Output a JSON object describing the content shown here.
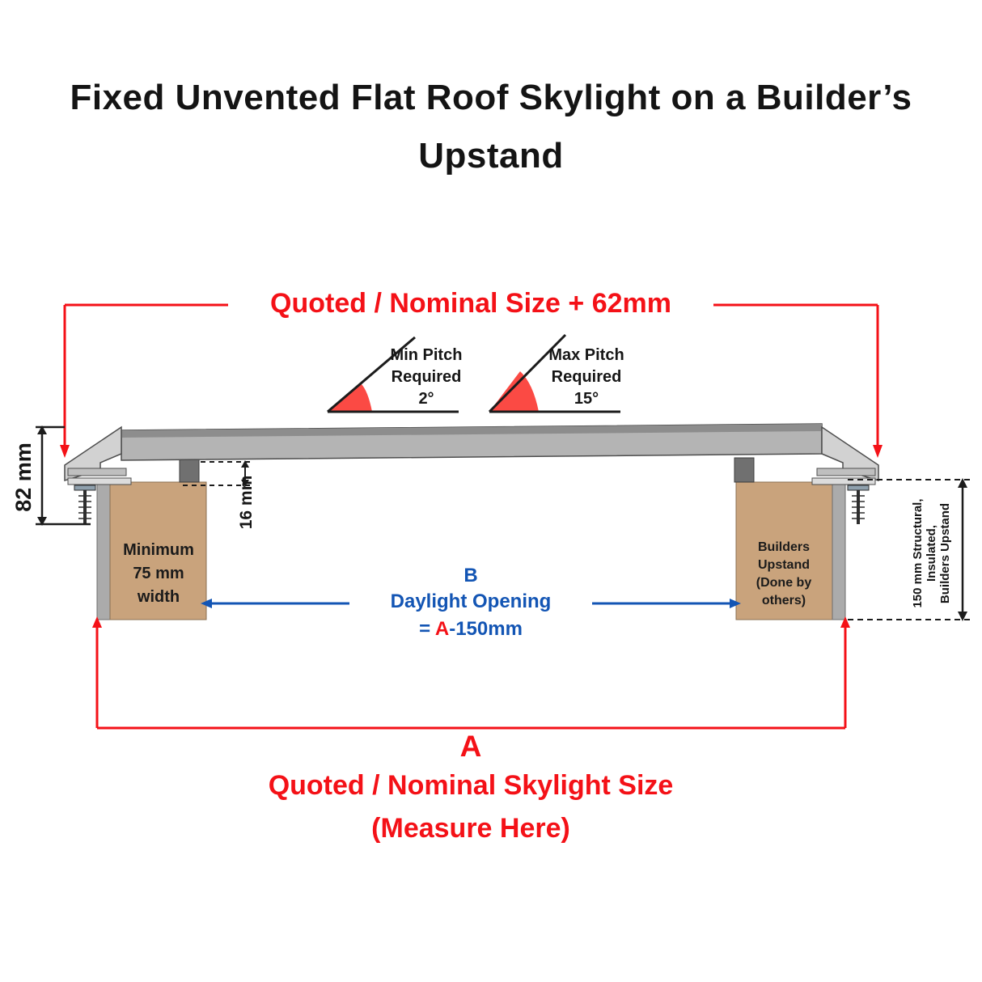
{
  "colors": {
    "red": "#f41117",
    "blue": "#1355b4",
    "black": "#161616",
    "upstand_tan": "#c9a37c",
    "frame_gray": "#d2d2d2",
    "glass_gray": "#b4b4b4",
    "pitch_wedge_red": "#fb4a44"
  },
  "title": {
    "line1": "Fixed Unvented Flat Roof Skylight on a Builder’s",
    "line2": "Upstand"
  },
  "dimensions": {
    "top": {
      "label": "Quoted / Nominal Size + 62mm"
    },
    "left_height": {
      "label": "82 mm"
    },
    "gap": {
      "label": "16 mm"
    },
    "daylight": {
      "letter": "B",
      "line1": "Daylight Opening",
      "eq_prefix": "= ",
      "eq_a": "A",
      "eq_suffix": "-150mm"
    },
    "right_upstand": {
      "line1": "150 mm Structural,",
      "line2": "Insulated,",
      "line3": "Builders Upstand"
    },
    "bottom": {
      "letter": "A",
      "line1": "Quoted / Nominal Skylight Size",
      "line2": "(Measure Here)"
    }
  },
  "pitch": {
    "min": {
      "line1": "Min Pitch",
      "line2": "Required",
      "value": "2°"
    },
    "max": {
      "line1": "Max Pitch",
      "line2": "Required",
      "value": "15°"
    }
  },
  "upstands": {
    "left": {
      "line1": "Minimum",
      "line2": "75 mm",
      "line3": "width"
    },
    "right": {
      "line1": "Builders",
      "line2": "Upstand",
      "line3": "(Done by others)"
    }
  }
}
